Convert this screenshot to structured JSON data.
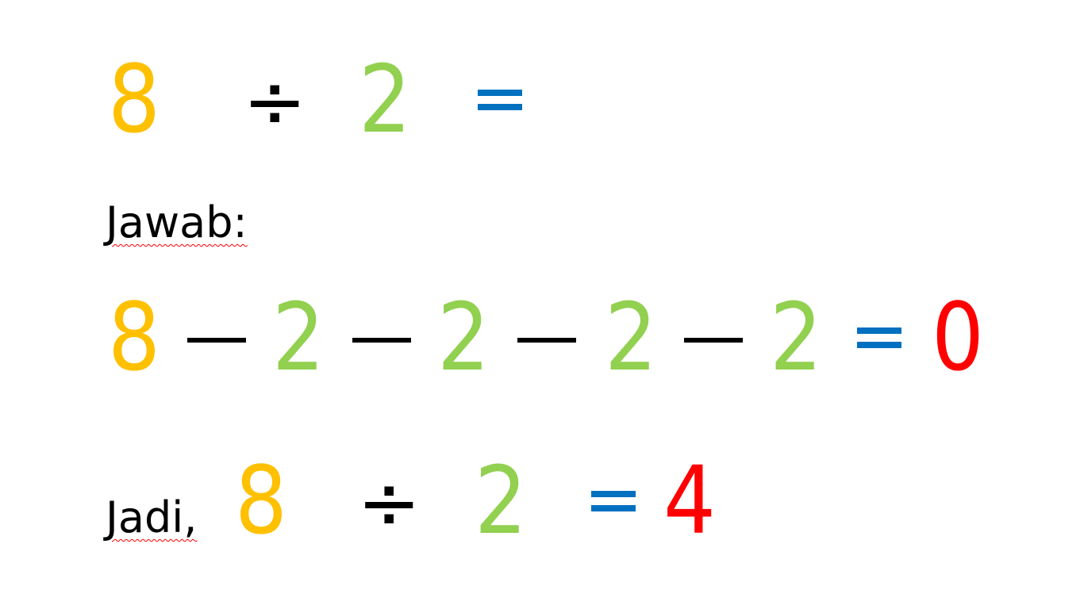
{
  "colors": {
    "dividend": "#FFC000",
    "divisor": "#92D050",
    "equals": "#0070C0",
    "result": "#FF0000",
    "operator": "#000000",
    "spellcheck": "#FF0000"
  },
  "line1": {
    "dividend": "8",
    "operator": "÷",
    "divisor": "2",
    "equals": "="
  },
  "answer_label": "Jawab:",
  "line2": {
    "start": "8",
    "operator": "−",
    "terms": [
      "2",
      "2",
      "2",
      "2"
    ],
    "equals": "=",
    "result": "0"
  },
  "conclusion": {
    "label": "Jadi,",
    "dividend": "8",
    "operator": "÷",
    "divisor": "2",
    "equals": "=",
    "result": "4"
  }
}
